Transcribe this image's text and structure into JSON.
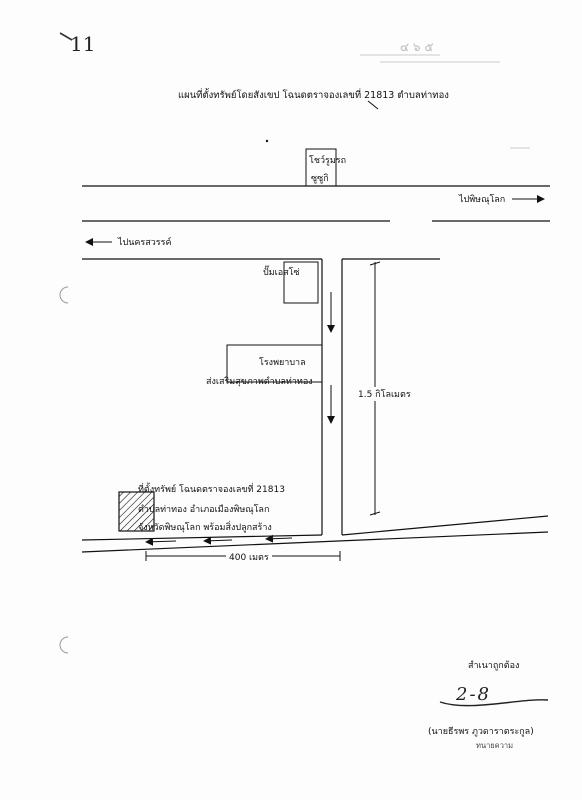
{
  "page_number": "11",
  "stamp_text": "๔ ๖ ๕",
  "title": "แผนที่ตั้งทรัพย์โดยสังเขป โฉนดตราจองเลขที่ 21813 ตำบลท่าทอง",
  "labels": {
    "bus_stop": "โชว์รูมรถ",
    "bus_stop_sub": "ซูซูกิ",
    "to_phitsanulok": "ไปพิษณุโลก",
    "to_nakhonsawan": "ไปนครสวรรค์",
    "gas_station": "ปั๊มเอสโซ่",
    "hospital": "โรงพยาบาล",
    "hospital_sub": "ส่งเสริมสุขภาพตำบลท่าทอง",
    "distance_vertical": "1.5 กิโลเมตร",
    "property_line1": "ที่ตั้งทรัพย์ โฉนดตราจองเลขที่ 21813",
    "property_line2": "ตำบลท่าทอง อำเภอเมืองพิษณุโลก",
    "property_line3": "จังหวัดพิษณุโลก พร้อมสิ่งปลูกสร้าง",
    "distance_horizontal": "400 เมตร"
  },
  "certification": {
    "text": "สำเนาถูกต้อง",
    "signature": "2-8",
    "name": "(นายธีรพร ภูวดาราตระกูล)",
    "role": "ทนายความ"
  },
  "colors": {
    "ink": "#111111",
    "paper": "#fdfdfd"
  }
}
